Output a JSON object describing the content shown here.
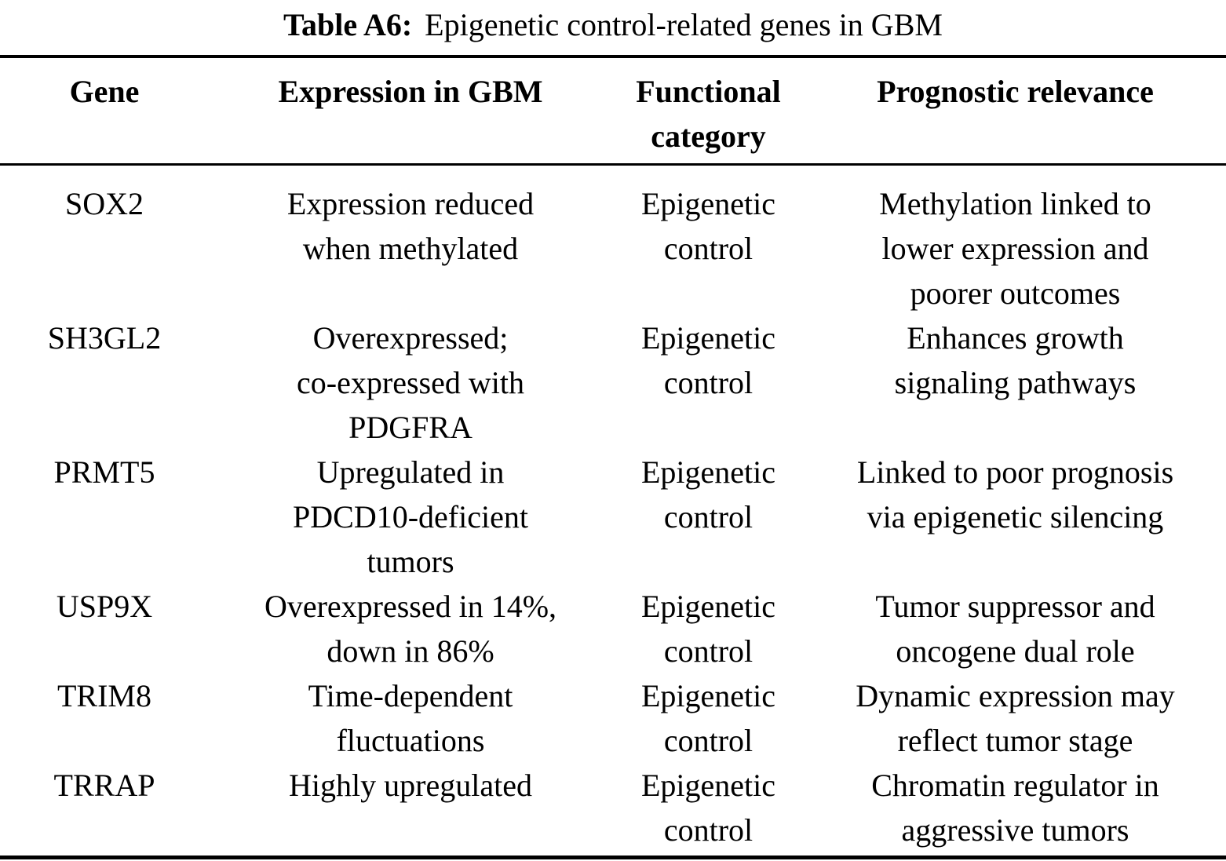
{
  "caption": {
    "label": "Table A6:",
    "text": "Epigenetic control-related genes in GBM"
  },
  "table": {
    "headers": [
      "Gene",
      "Expression in GBM",
      "Functional\ncategory",
      "Prognostic relevance"
    ],
    "rows": [
      {
        "gene": "SOX2",
        "expression": "Expression reduced\nwhen methylated",
        "category": "Epigenetic\ncontrol",
        "prognosis": "Methylation linked to\nlower expression and\npoorer outcomes"
      },
      {
        "gene": "SH3GL2",
        "expression": "Overexpressed;\nco-expressed with\nPDGFRA",
        "category": "Epigenetic\ncontrol",
        "prognosis": "Enhances growth\nsignaling pathways"
      },
      {
        "gene": "PRMT5",
        "expression": "Upregulated in\nPDCD10-deficient\ntumors",
        "category": "Epigenetic\ncontrol",
        "prognosis": "Linked to poor prognosis\nvia epigenetic silencing"
      },
      {
        "gene": "USP9X",
        "expression": "Overexpressed in 14%,\ndown in 86%",
        "category": "Epigenetic\ncontrol",
        "prognosis": "Tumor suppressor and\noncogene dual role"
      },
      {
        "gene": "TRIM8",
        "expression": "Time-dependent\nfluctuations",
        "category": "Epigenetic\ncontrol",
        "prognosis": "Dynamic expression may\nreflect tumor stage"
      },
      {
        "gene": "TRRAP",
        "expression": "Highly upregulated",
        "category": "Epigenetic\ncontrol",
        "prognosis": "Chromatin regulator in\naggressive tumors"
      }
    ]
  },
  "colors": {
    "text": "#000000",
    "background": "#ffffff",
    "rule": "#000000"
  }
}
